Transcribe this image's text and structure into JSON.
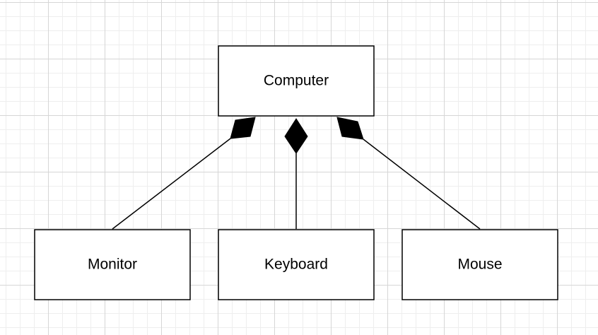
{
  "diagram": {
    "nodes": [
      {
        "id": "computer",
        "label": "Computer"
      },
      {
        "id": "monitor",
        "label": "Monitor"
      },
      {
        "id": "keyboard",
        "label": "Keyboard"
      },
      {
        "id": "mouse",
        "label": "Mouse"
      }
    ],
    "edges": [
      {
        "from": "monitor",
        "to": "computer",
        "type": "composition"
      },
      {
        "from": "keyboard",
        "to": "computer",
        "type": "composition"
      },
      {
        "from": "mouse",
        "to": "computer",
        "type": "composition"
      }
    ],
    "colors": {
      "stroke": "#000000",
      "fill": "#ffffff",
      "grid": "#d6d6d6"
    }
  }
}
